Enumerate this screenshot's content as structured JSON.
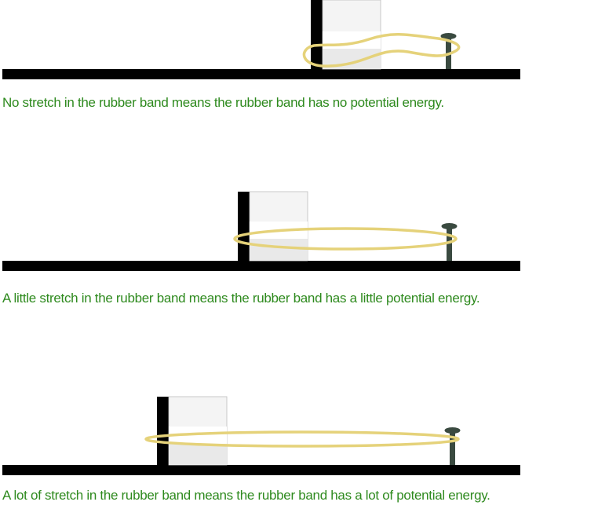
{
  "colors": {
    "caption_text": "#2e8a1e",
    "ground": "#000000",
    "block_edge": "#000000",
    "block_face_light": "#f4f4f4",
    "block_face_mid": "#e6e6e6",
    "rubber_band": "#e5d27a",
    "nail": "#3a4a40"
  },
  "panels": [
    {
      "stretch_level": "none",
      "caption": "No stretch in the rubber band means the rubber band has no potential energy."
    },
    {
      "stretch_level": "a little",
      "caption": "A little stretch in the rubber band means the rubber band has a little potential energy."
    },
    {
      "stretch_level": "a lot",
      "caption": "A lot of stretch in the rubber band means the rubber band has a lot of potential energy."
    }
  ]
}
